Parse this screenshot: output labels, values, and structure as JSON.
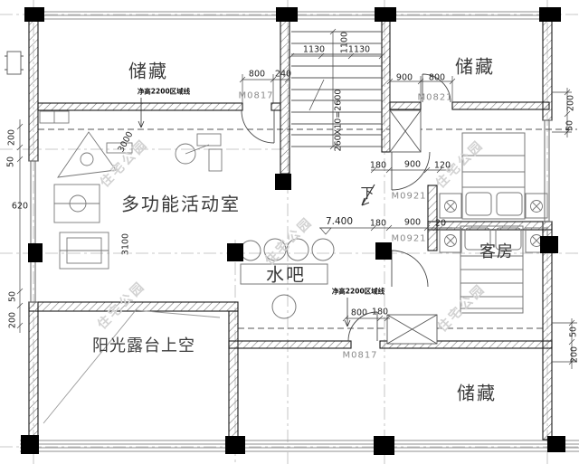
{
  "rooms": {
    "storage_top_left": "储藏",
    "storage_top_right": "储藏",
    "storage_bottom_right": "储藏",
    "activity_room": "多功能活动室",
    "water_bar": "水吧",
    "guest_room": "客房",
    "terrace": "阳光露台上空",
    "stair_down": "下"
  },
  "doors": {
    "m0817_top": "M0817",
    "m0821": "M0821",
    "m0921_upper": "M0921",
    "m0921_lower": "M0921",
    "m0817_bottom": "M0817"
  },
  "notes": {
    "clear_height_left": "净高2200区域线",
    "clear_height_center": "净高2200区域线",
    "level": "7.400"
  },
  "dims": {
    "d800_tl": "800",
    "d240": "240",
    "d1130_l": "1130",
    "d1100": "1100",
    "d1130_r": "1130",
    "stair_total": "260X10=2600",
    "d900_tr": "900",
    "d800_tr": "800",
    "d180_u": "180",
    "d900_u": "900",
    "d120": "120",
    "d180_l": "180",
    "d900_l": "900",
    "d20": "20",
    "d800_b": "800",
    "d180_b": "180",
    "d3000": "3000",
    "d3100": "3100",
    "left_200_t": "200",
    "left_50_t": "50",
    "left_620": "620",
    "left_50_b": "50",
    "left_200_b": "200",
    "right_200_t": "200",
    "right_50_t": "50",
    "right_50_b": "50",
    "right_200_b": "200"
  },
  "watermark": {
    "text": "住宅公园"
  },
  "colors": {
    "ink": "#222222",
    "wall_edge": "#1a1a1a",
    "door_label": "#8a8a8a",
    "watermark": "#d2d2d2"
  }
}
